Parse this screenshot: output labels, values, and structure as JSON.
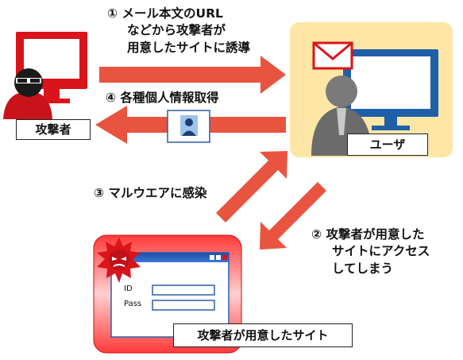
{
  "steps": {
    "step1": {
      "line1": "① メール本文のURL",
      "line2": "などから攻撃者が",
      "line3": "用意したサイトに誘導"
    },
    "step2": {
      "line1": "② 攻撃者が用意した",
      "line2": "サイトにアクセス",
      "line3": "してしまう"
    },
    "step3": {
      "line1": "③ マルウエアに感染"
    },
    "step4": {
      "line1": "④ 各種個人情報取得"
    }
  },
  "actors": {
    "attacker_label": "攻撃者",
    "user_label": "ユーザ"
  },
  "malicious_site": {
    "label": "攻撃者が用意したサイト",
    "id_label": "ID",
    "pass_label": "Pass"
  },
  "icons": {
    "mail": "envelope-icon",
    "attacker": "hooded-attacker-icon",
    "user": "user-person-icon",
    "id_card": "id-card-icon",
    "virus": "virus-icon"
  },
  "colors": {
    "arrow": "#e8543f",
    "attacker_monitor": "#d9141b",
    "user_bg": "#fde6a6",
    "user_monitor": "#1f5fa8",
    "site_frame": "#e02020"
  }
}
